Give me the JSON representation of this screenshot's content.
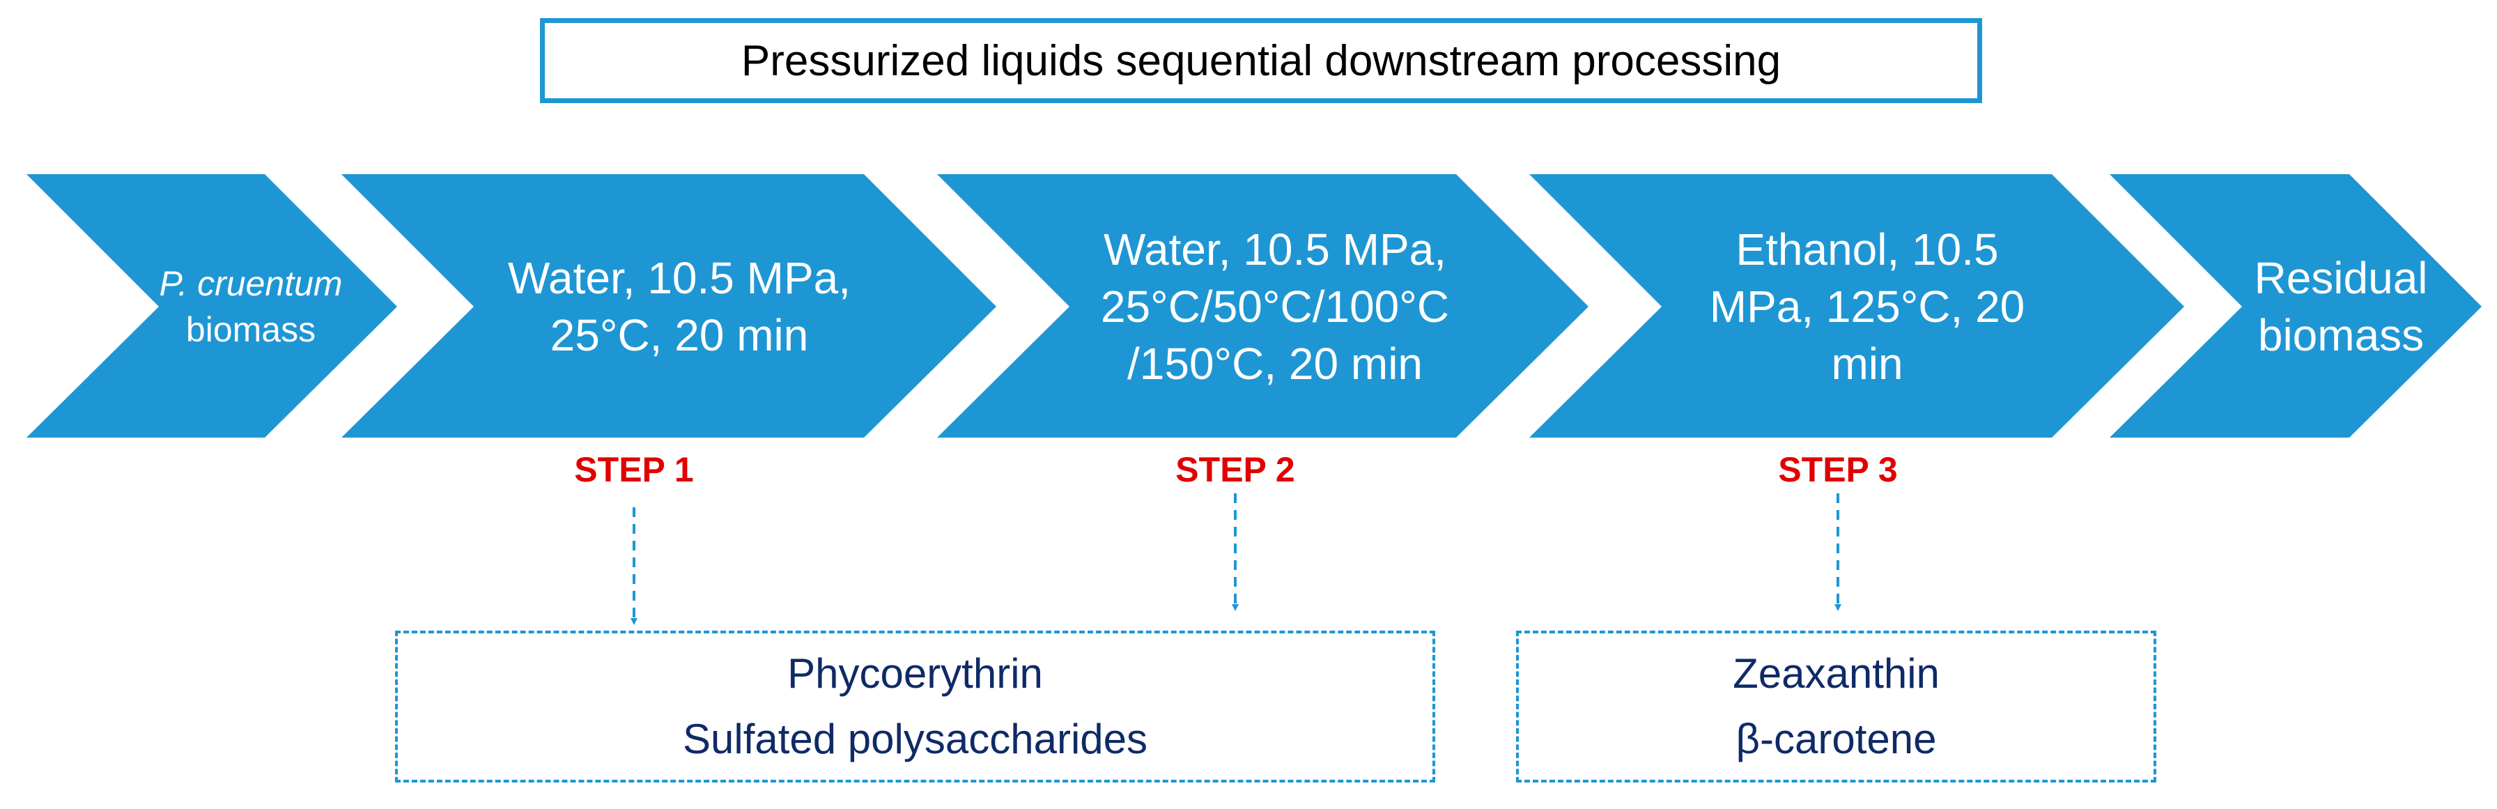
{
  "title": "Pressurized liquids sequential downstream processing",
  "colors": {
    "chevron": "#1e96d4",
    "step": "#e00000",
    "result_text": "#0f2a66"
  },
  "chevrons": [
    {
      "lines": [
        "P. cruentum",
        "biomass"
      ]
    },
    {
      "lines": [
        "Water, 10.5 MPa,",
        "25°C, 20 min"
      ]
    },
    {
      "lines": [
        "Water, 10.5 MPa,",
        "25°C/50°C/100°C",
        "/150°C, 20 min"
      ]
    },
    {
      "lines": [
        "Ethanol, 10.5",
        "MPa, 125°C, 20",
        "min"
      ]
    },
    {
      "lines": [
        "Residual",
        "biomass"
      ]
    }
  ],
  "steps": [
    "STEP 1",
    "STEP 2",
    "STEP 3"
  ],
  "results": [
    {
      "lines": [
        "Phycoerythrin",
        "Sulfated polysaccharides"
      ]
    },
    {
      "lines": [
        "Zeaxanthin",
        "β-carotene"
      ]
    }
  ]
}
